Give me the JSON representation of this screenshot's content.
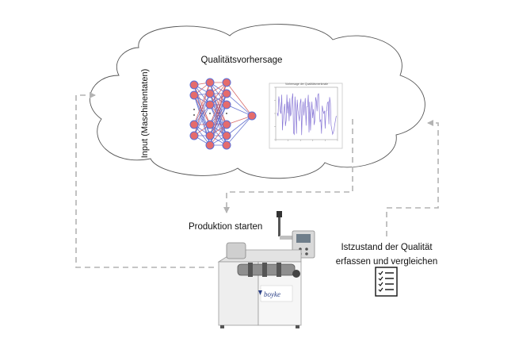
{
  "cloud": {
    "title": "Qualitätsvorhersage"
  },
  "input_label": "Input (Maschinentaten)",
  "production_label": "Produktion starten",
  "quality_check_label": "Istzustand der Qualität erfassen und vergleichen",
  "machine": {
    "brand": "boyke"
  },
  "chart": {
    "title": "Vorhersage der Qualitätsmerkmale"
  },
  "icons": {
    "neural_network": "neural-network-icon",
    "chart": "line-chart-icon",
    "checklist": "checklist-icon",
    "machine": "extruder-machine-icon"
  },
  "colors": {
    "node_fill": "#e56c6c",
    "node_stroke": "#5a6fd8",
    "edge_red": "#d05050",
    "edge_blue": "#4f5fc8",
    "dashed_arrow": "#b3b3b3",
    "series_line": "#8877d6"
  }
}
